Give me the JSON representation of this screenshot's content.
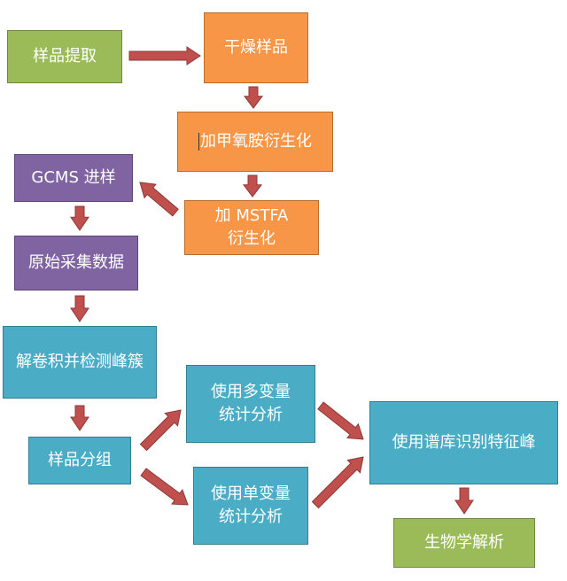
{
  "diagram": {
    "title": "",
    "colors": {
      "green": "#9bbb59",
      "orange": "#f79646",
      "purple": "#8064a2",
      "blue": "#4bacc6",
      "arrow_fill": "#c0504d",
      "arrow_stroke": "#8c3836"
    },
    "nodes": {
      "sample_extraction": "样品提取",
      "dry_sample": "干燥样品",
      "methoxyamine_derivatization": "加甲氧胺衍生化",
      "mstfa_derivatization": "加 MSTFA\n衍生化",
      "gcms_injection": "GCMS 进样",
      "raw_data_acquisition": "原始采集数据",
      "deconvolution_peak_detection": "解卷积并检测峰簇",
      "sample_grouping": "样品分组",
      "multivariate_analysis": "使用多变量\n统计分析",
      "univariate_analysis": "使用单变量\n统计分析",
      "library_feature_identification": "使用谱库识别特征峰",
      "biological_interpretation": "生物学解析"
    },
    "edges": [
      [
        "sample_extraction",
        "dry_sample"
      ],
      [
        "dry_sample",
        "methoxyamine_derivatization"
      ],
      [
        "methoxyamine_derivatization",
        "mstfa_derivatization"
      ],
      [
        "mstfa_derivatization",
        "gcms_injection"
      ],
      [
        "gcms_injection",
        "raw_data_acquisition"
      ],
      [
        "raw_data_acquisition",
        "deconvolution_peak_detection"
      ],
      [
        "deconvolution_peak_detection",
        "sample_grouping"
      ],
      [
        "sample_grouping",
        "multivariate_analysis"
      ],
      [
        "sample_grouping",
        "univariate_analysis"
      ],
      [
        "multivariate_analysis",
        "library_feature_identification"
      ],
      [
        "univariate_analysis",
        "library_feature_identification"
      ],
      [
        "library_feature_identification",
        "biological_interpretation"
      ]
    ]
  }
}
